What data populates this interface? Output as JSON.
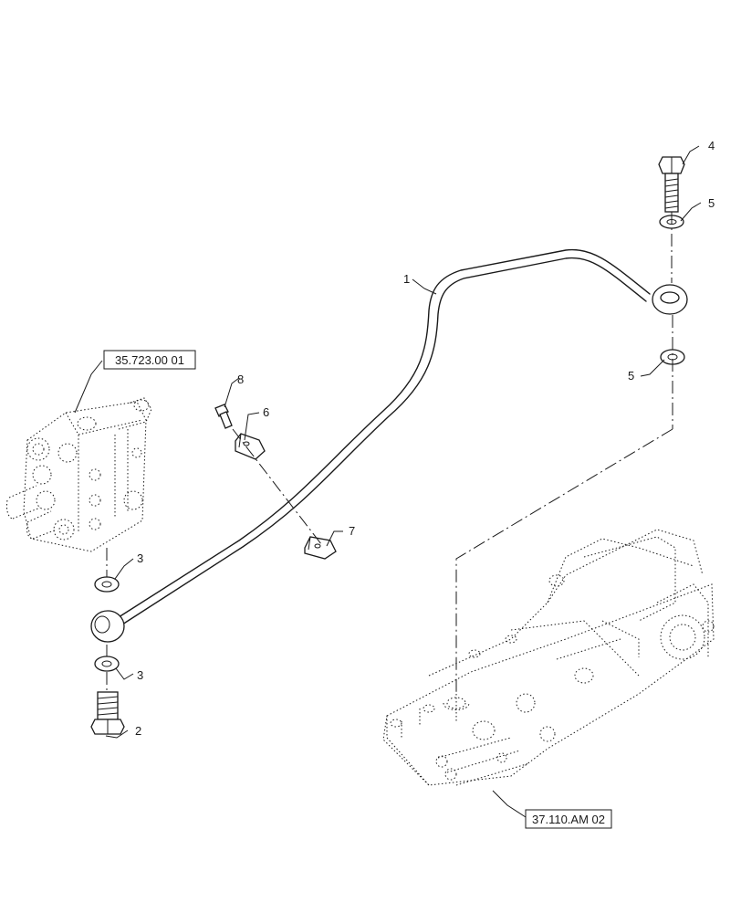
{
  "callouts": [
    {
      "id": "c1",
      "text": "1"
    },
    {
      "id": "c2",
      "text": "2"
    },
    {
      "id": "c3a",
      "text": "3"
    },
    {
      "id": "c3b",
      "text": "3"
    },
    {
      "id": "c4",
      "text": "4"
    },
    {
      "id": "c5a",
      "text": "5"
    },
    {
      "id": "c5b",
      "text": "5"
    },
    {
      "id": "c6",
      "text": "6"
    },
    {
      "id": "c7",
      "text": "7"
    },
    {
      "id": "c8",
      "text": "8"
    }
  ],
  "references": {
    "valve": "35.723.00 01",
    "cover": "37.110.AM 02"
  }
}
